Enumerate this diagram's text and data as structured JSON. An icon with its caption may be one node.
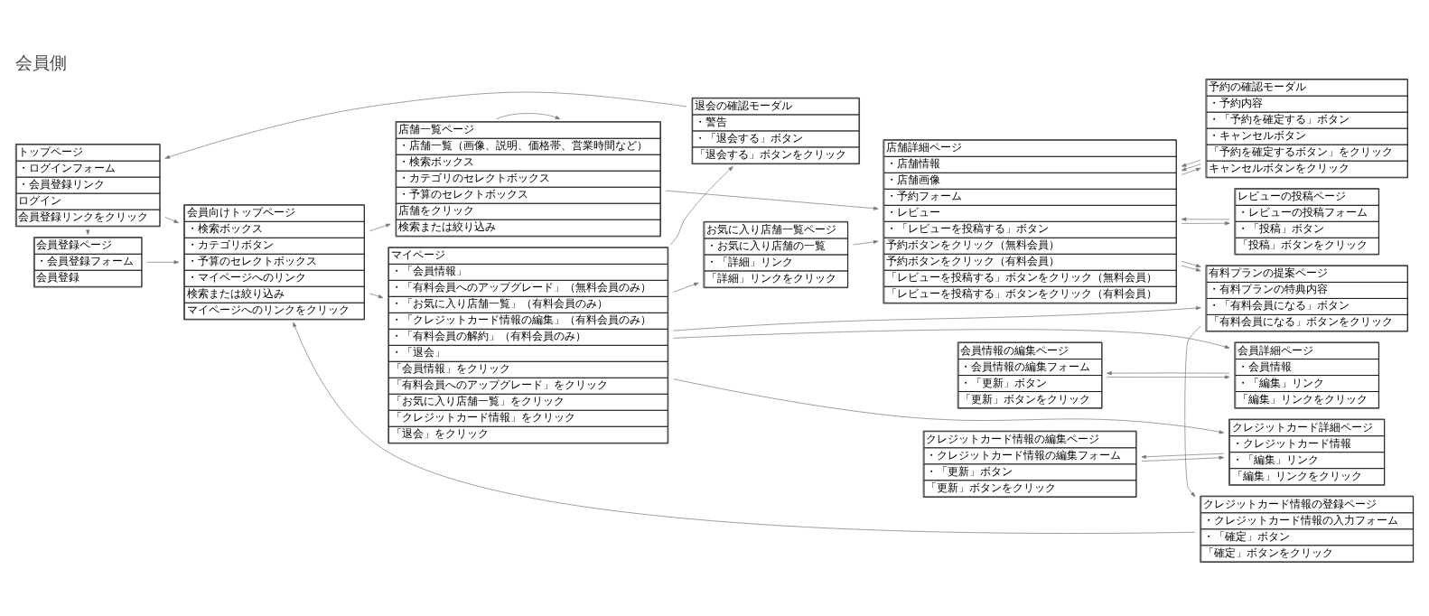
{
  "diagram": {
    "title": "会員側",
    "nodes": [
      {
        "text": [
          "トップページ",
          "・ログインフォーム",
          "・会員登録リンク",
          "ログイン",
          "会員登録リンクをクリック"
        ]
      },
      {
        "text": [
          "会員登録ページ",
          "・会員登録フォーム",
          "会員登録"
        ]
      },
      {
        "text": [
          "会員向けトップページ",
          "・検索ボックス",
          "・カテゴリボタン",
          "・予算のセレクトボックス",
          "・マイページへのリンク",
          "検索または絞り込み",
          "マイページへのリンクをクリック"
        ]
      },
      {
        "text": [
          "店舗一覧ページ",
          "・店舗一覧（画像、説明、価格帯、営業時間など）",
          "・検索ボックス",
          "・カテゴリのセレクトボックス",
          "・予算のセレクトボックス",
          "店舗をクリック",
          "検索または絞り込み"
        ]
      },
      {
        "text": [
          "マイページ",
          "・「会員情報」",
          "・「有料会員へのアップグレード」（無料会員のみ）",
          "・「お気に入り店舗一覧」（有料会員のみ）",
          "・「クレジットカード情報の編集」（有料会員のみ）",
          "・「有料会員の解約」（有料会員のみ）",
          "・「退会」",
          "「会員情報」をクリック",
          "「有料会員へのアップグレード」をクリック",
          "「お気に入り店舗一覧」をクリック",
          "「クレジットカード情報」をクリック",
          "「退会」をクリック"
        ]
      },
      {
        "text": [
          "お気に入り店舗一覧ページ",
          "・お気に入り店舗の一覧",
          "・「詳細」リンク",
          "「詳細」リンクをクリック"
        ]
      },
      {
        "text": [
          "会員詳細ページ",
          "・会員情報",
          "・「編集」リンク",
          "「編集」リンクをクリック"
        ]
      },
      {
        "text": [
          "クレジットカード詳細ページ",
          "・クレジットカード情報",
          "・「編集」リンク",
          "「編集」リンクをクリック"
        ]
      },
      {
        "text": [
          "退会の確認モーダル",
          "・警告",
          "・「退会する」ボタン",
          "「退会する」ボタンをクリック"
        ]
      },
      {
        "text": [
          "店舗詳細ページ",
          "・店舗情報",
          "・店舗画像",
          "・予約フォーム",
          "・レビュー",
          "・「レビューを投稿する」ボタン",
          "予約ボタンをクリック（無料会員）",
          "予約ボタンをクリック（有料会員）",
          "「レビューを投稿する」ボタンをクリック（無料会員）",
          "「レビューを投稿する」ボタンをクリック（有料会員）"
        ]
      },
      {
        "text": [
          "会員情報の編集ページ",
          "・会員情報の編集フォーム",
          "・「更新」ボタン",
          "「更新」ボタンをクリック"
        ]
      },
      {
        "text": [
          "クレジットカード情報の編集ページ",
          "・クレジットカード情報の編集フォーム",
          "・「更新」ボタン",
          "「更新」ボタンをクリック"
        ]
      },
      {
        "text": [
          "予約の確認モーダル",
          "・予約内容",
          "・「予約を確定する」ボタン",
          "・キャンセルボタン",
          "「予約を確定するボタン」をクリック",
          "キャンセルボタンをクリック"
        ]
      },
      {
        "text": [
          "レビューの投稿ページ",
          "・レビューの投稿フォーム",
          "・「投稿」ボタン",
          "「投稿」ボタンをクリック"
        ]
      },
      {
        "text": [
          "有料プランの提案ページ",
          "・有料プランの特典内容",
          "・「有料会員になる」ボタン",
          "「有料会員になる」ボタンをクリック"
        ]
      },
      {
        "text": [
          "クレジットカード情報の登録ページ",
          "・クレジットカード情報の入力フォーム",
          "・「確定」ボタン",
          "「確定」ボタンをクリック"
        ]
      }
    ],
    "edges": [
      {
        "from": 0,
        "to": 2,
        "arrow": "to"
      },
      {
        "from": 0,
        "to": 1,
        "arrow": "to"
      },
      {
        "from": 1,
        "to": 2,
        "arrow": "to"
      },
      {
        "from": 2,
        "to": 3,
        "arrow": "to"
      },
      {
        "from": 2,
        "to": 4,
        "arrow": "to"
      },
      {
        "from": 3,
        "to": 9,
        "arrow": "to"
      },
      {
        "from": 3,
        "to": 3,
        "arrow": "to"
      },
      {
        "from": 4,
        "to": 6,
        "arrow": "to"
      },
      {
        "from": 4,
        "to": 14,
        "arrow": "to"
      },
      {
        "from": 4,
        "to": 5,
        "arrow": "to"
      },
      {
        "from": 4,
        "to": 7,
        "arrow": "to"
      },
      {
        "from": 4,
        "to": 8,
        "arrow": "to"
      },
      {
        "from": 5,
        "to": 9,
        "arrow": "to"
      },
      {
        "from": 6,
        "to": 10,
        "arrow": "to"
      },
      {
        "from": 7,
        "to": 11,
        "arrow": "to"
      },
      {
        "from": 8,
        "to": 0,
        "arrow": "to"
      },
      {
        "from": 9,
        "to": 14,
        "arrow": "to"
      },
      {
        "from": 9,
        "to": 12,
        "arrow": "to"
      },
      {
        "from": 9,
        "to": 14,
        "arrow": "to"
      },
      {
        "from": 9,
        "to": 13,
        "arrow": "to"
      },
      {
        "from": 10,
        "to": 6,
        "arrow": "to"
      },
      {
        "from": 11,
        "to": 7,
        "arrow": "to"
      },
      {
        "from": 12,
        "to": 9,
        "arrow": "to"
      },
      {
        "from": 12,
        "to": 9,
        "arrow": "to"
      },
      {
        "from": 13,
        "to": 9,
        "arrow": "to"
      },
      {
        "from": 14,
        "to": 15,
        "arrow": "to"
      },
      {
        "from": 15,
        "to": 2,
        "arrow": "to"
      }
    ]
  }
}
